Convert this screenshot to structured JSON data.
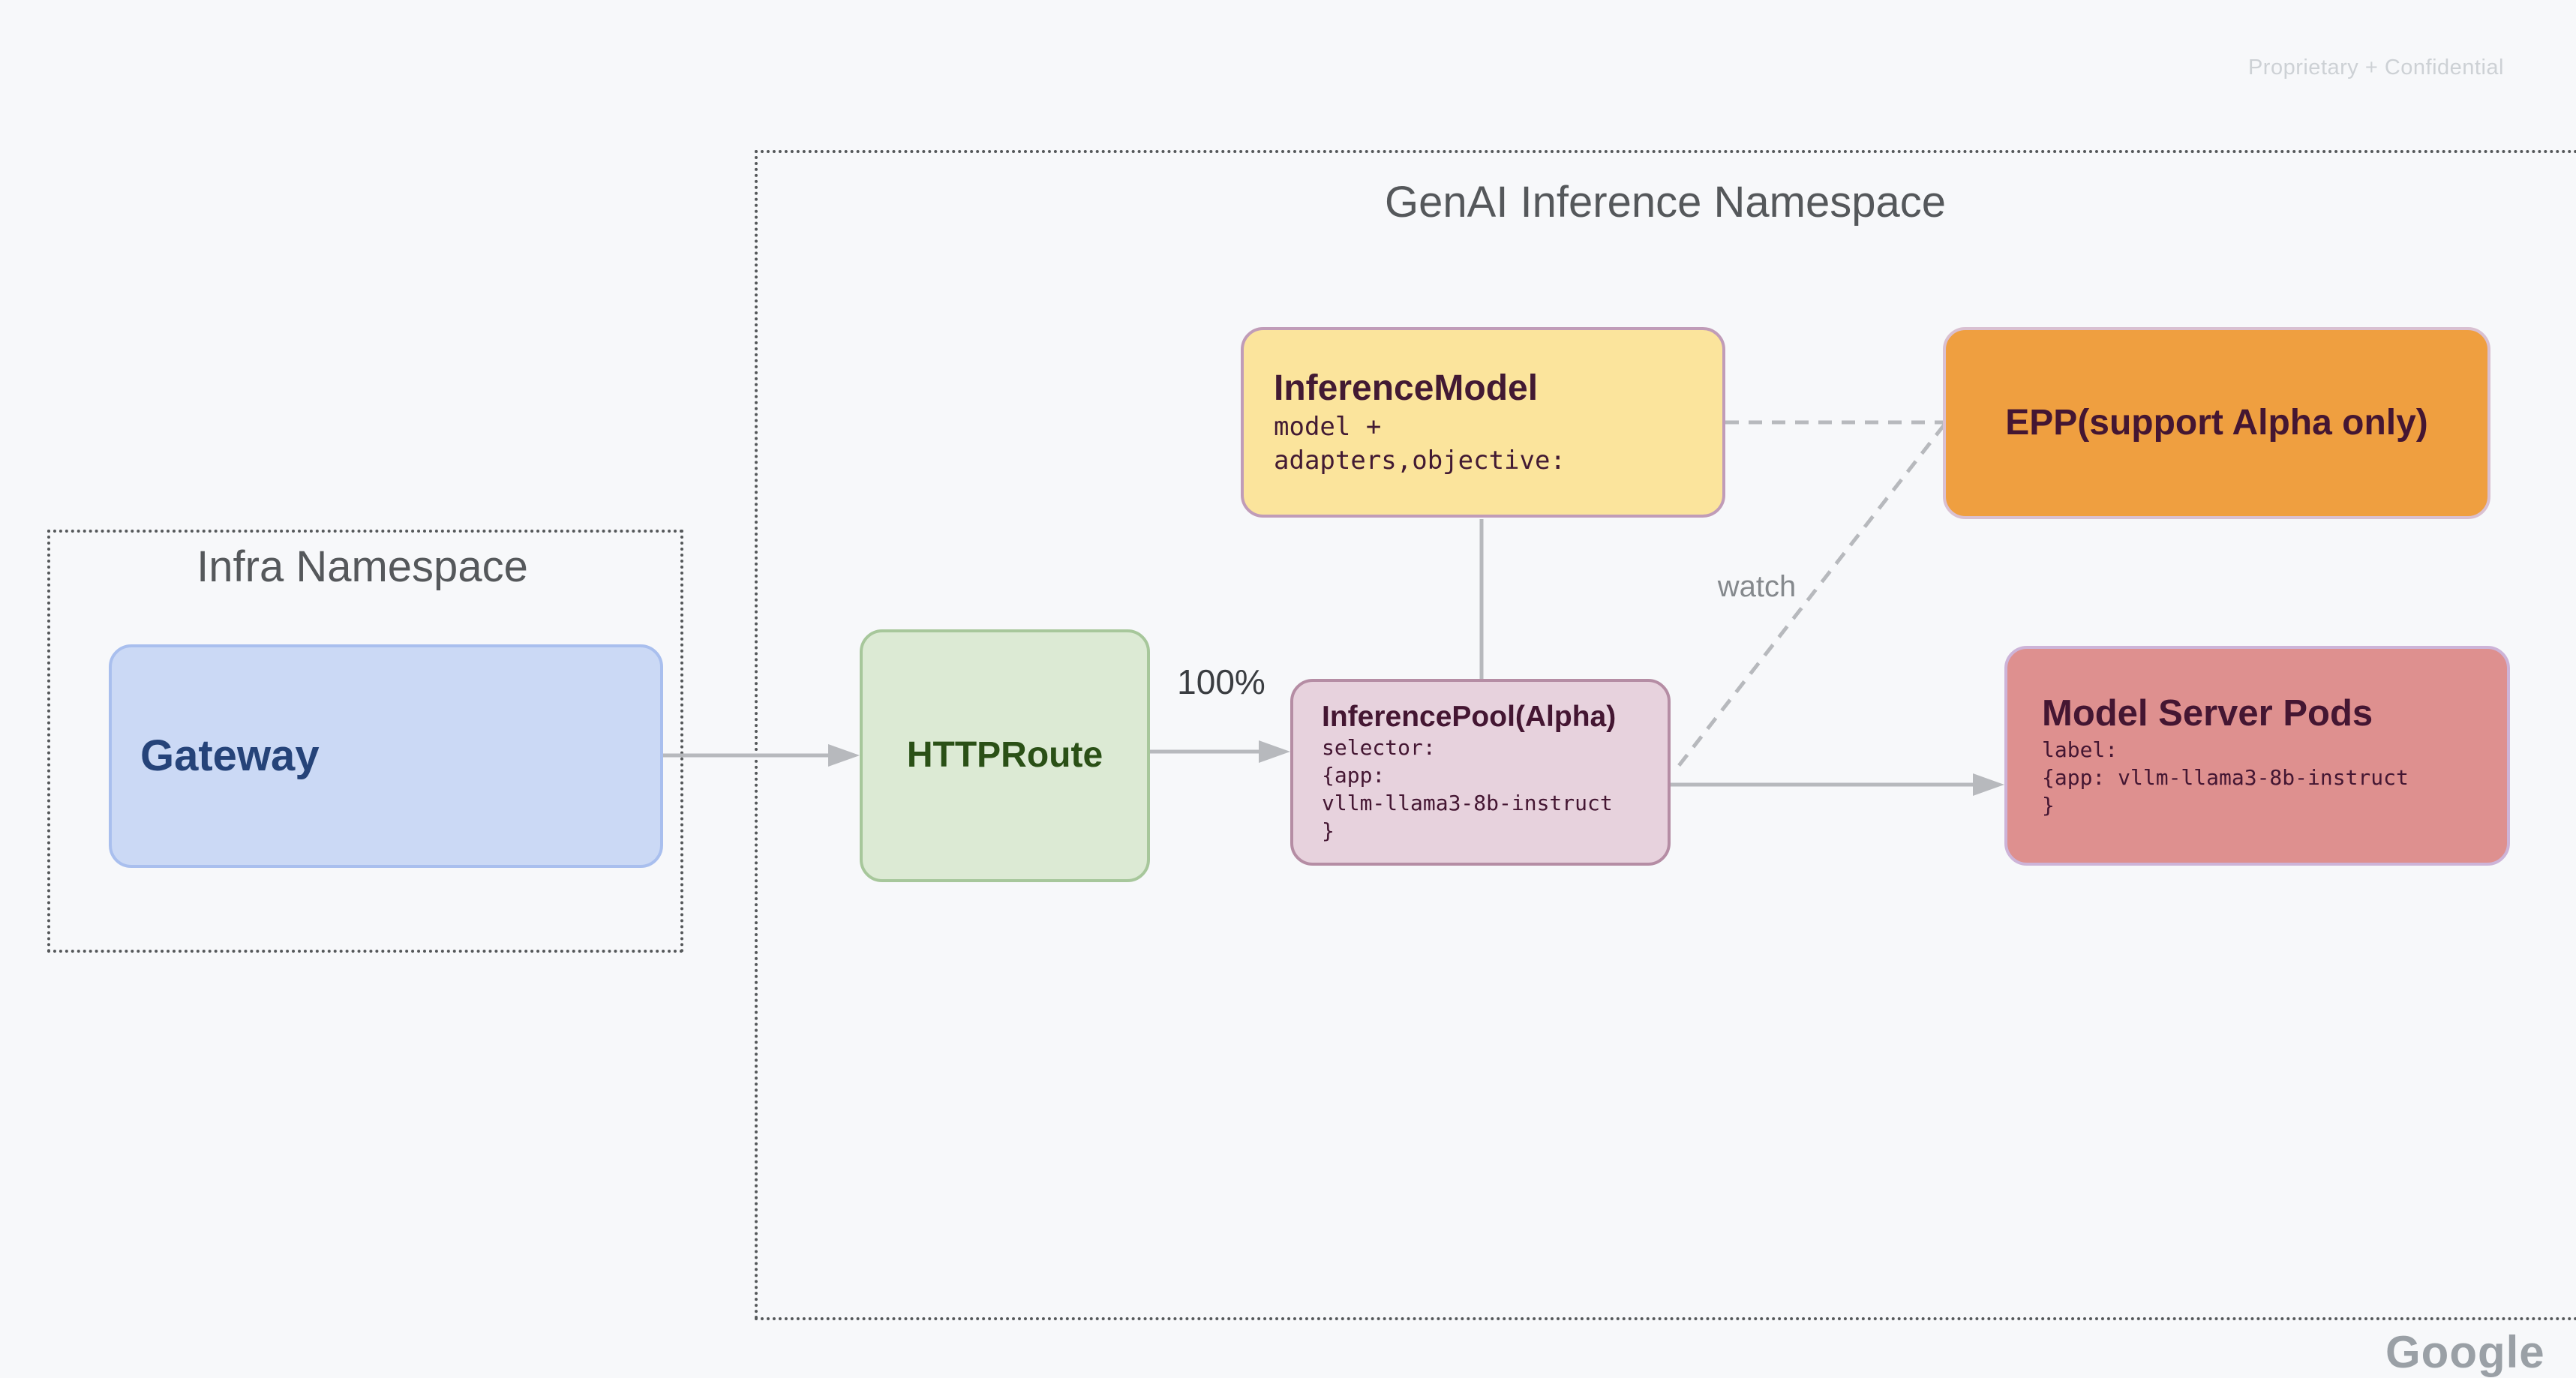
{
  "page": {
    "confidential": "Proprietary + Confidential",
    "brand": "Google",
    "background_color": "#f7f8fa"
  },
  "namespaces": {
    "genai": {
      "title": "GenAI Inference Namespace"
    },
    "infra": {
      "title": "Infra Namespace"
    }
  },
  "nodes": {
    "gateway": {
      "title": "Gateway",
      "fill": "#cbd9f5",
      "border": "#a9bfee",
      "text_color": "#254379"
    },
    "httproute": {
      "title": "HTTPRoute",
      "fill": "#dcead4",
      "border": "#a7c79b",
      "text_color": "#2a5016"
    },
    "inference_model": {
      "title": "InferenceModel",
      "lines": [
        "model +",
        "adapters,objective:"
      ],
      "fill": "#fbe49c",
      "border": "#c09cb8",
      "text_color": "#421a33"
    },
    "epp": {
      "title": "EPP(support Alpha only)",
      "fill": "#ef9f40",
      "border": "#d9c0d1",
      "text_color": "#441632"
    },
    "inference_pool": {
      "title": "InferencePool(Alpha)",
      "lines": [
        "selector:",
        "{app:",
        "vllm-llama3-8b-instruct",
        "}"
      ],
      "fill": "#e7d2dd",
      "border": "#b58da4",
      "text_color": "#441632"
    },
    "model_server_pods": {
      "title": "Model Server Pods",
      "lines": [
        "label:",
        "{app: vllm-llama3-8b-instruct",
        "}"
      ],
      "fill": "#de908f",
      "border": "#cdb4d8",
      "text_color": "#441632"
    }
  },
  "edges": {
    "route_weight_label": "100%",
    "watch_label": "watch",
    "line_color": "#b7b9bd",
    "connections": [
      "Gateway -> HTTPRoute (solid arrow)",
      "HTTPRoute -> InferencePool(Alpha) (solid arrow, 100%)",
      "InferenceModel -> InferencePool(Alpha) (solid line)",
      "InferenceModel -> EPP (dashed line)",
      "EPP -> InferencePool(Alpha) (dashed line, watch)",
      "InferencePool(Alpha) -> Model Server Pods (solid arrow)"
    ]
  }
}
